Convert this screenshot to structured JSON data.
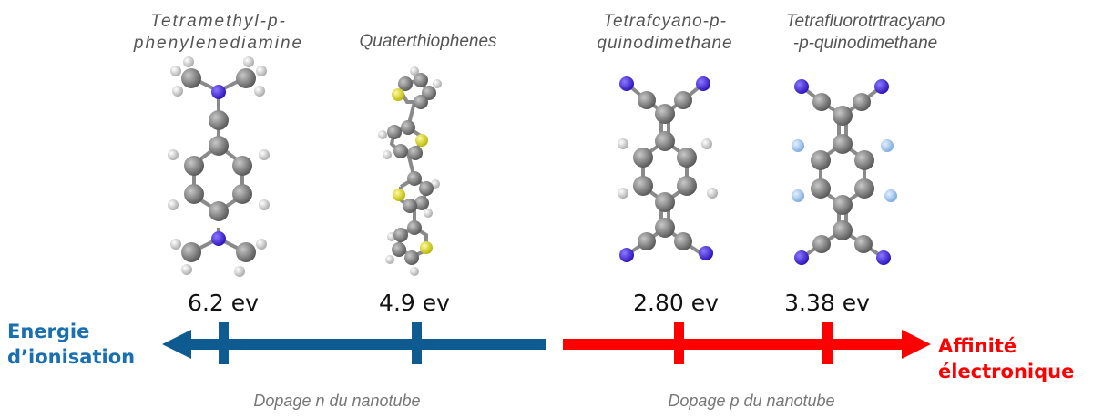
{
  "molecules": [
    {
      "name": "Tetramethyl-p-\nphenylenediamine",
      "energy": "6.2 ev"
    },
    {
      "name": "Quaterthiophenes",
      "energy": "4.9 ev"
    },
    {
      "name": "Tetrafcyano-p-\nquinodimethane",
      "energy": "2.80 ev"
    },
    {
      "name": "Tetrafluorotrtracyano\n-p-quinodimethane",
      "energy": "3.38 ev"
    }
  ],
  "axis_left": {
    "label": "Energie\nd’ionisation",
    "color": "#1a6fb0"
  },
  "axis_right": {
    "label": "Affinité\nélectronique",
    "color": "#ff0000"
  },
  "footer": {
    "left": "Dopage n du nanotube",
    "right": "Dopage p du nanotube"
  },
  "colors": {
    "blue_arrow": "#0e5b92",
    "red_arrow": "#ff0000",
    "carbon": "#7a7a7a",
    "hydrogen": "#d0d0d0",
    "nitrogen": "#3a1fd0",
    "sulfur": "#d8d820",
    "fluorine": "#9ec3ea"
  }
}
